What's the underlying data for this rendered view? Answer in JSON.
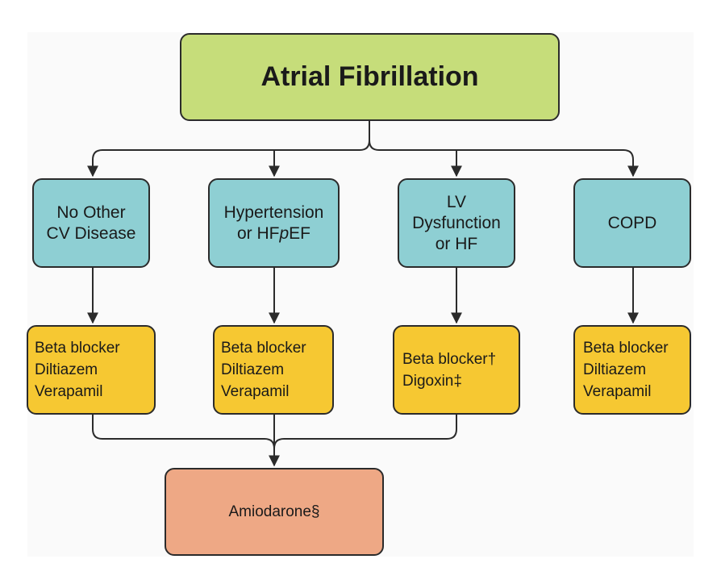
{
  "title": "Atrial Fibrillation",
  "conditions": [
    {
      "lines": [
        "No Other",
        "CV Disease"
      ]
    },
    {
      "line1": "Hypertension",
      "line2_pre": "or HF",
      "line2_italic": "p",
      "line2_post": "EF"
    },
    {
      "lines": [
        "LV",
        "Dysfunction",
        "or HF"
      ]
    },
    {
      "lines": [
        "COPD"
      ]
    }
  ],
  "treatments": [
    [
      "Beta blocker",
      "Diltiazem",
      "Verapamil"
    ],
    [
      "Beta blocker",
      "Diltiazem",
      "Verapamil"
    ],
    [
      "Beta blocker†",
      "Digoxin‡"
    ],
    [
      "Beta blocker",
      "Diltiazem",
      "Verapamil"
    ]
  ],
  "final": "Amiodarone§",
  "colors": {
    "title_fill": "#c6dd7a",
    "condition_fill": "#8ecfd3",
    "treatment_fill": "#f6c832",
    "final_fill": "#eea885",
    "outline": "#2b2b2b"
  }
}
